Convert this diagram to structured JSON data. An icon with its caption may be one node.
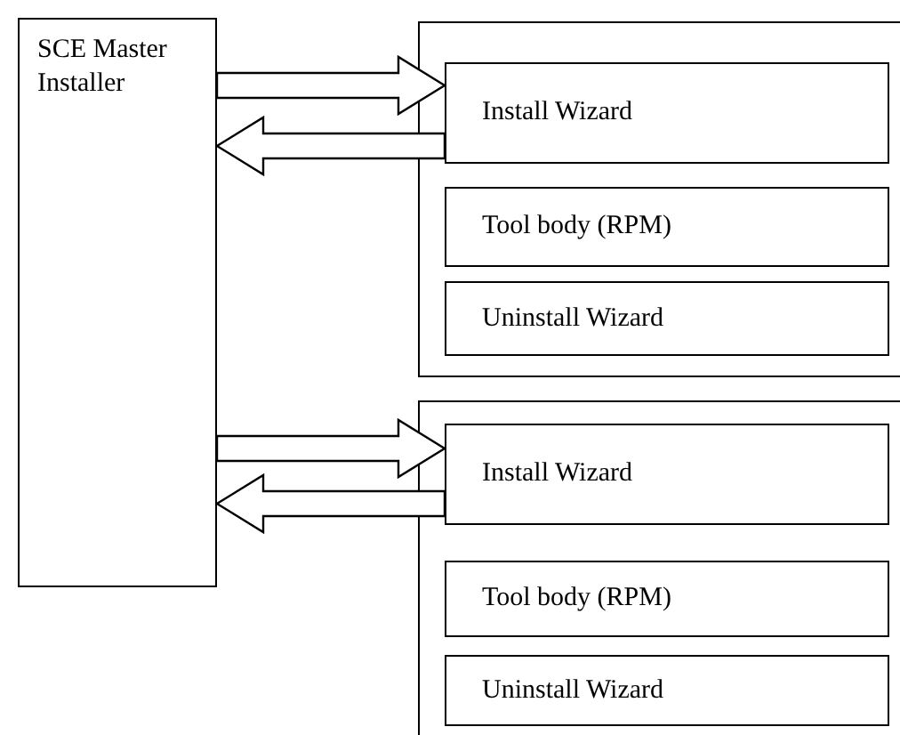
{
  "diagram": {
    "nodes": [
      {
        "text": [
          "SCE Master Installer"
        ]
      },
      {
        "text": [],
        "shape": "box"
      },
      {
        "text": [
          "Install Wizard"
        ],
        "in": 1
      },
      {
        "text": [
          "Tool body (RPM)"
        ],
        "in": 1
      },
      {
        "text": [
          "Uninstall Wizard"
        ],
        "in": 1
      },
      {
        "text": [],
        "shape": "box"
      },
      {
        "text": [
          "Install Wizard"
        ],
        "in": 5
      },
      {
        "text": [
          "Tool body (RPM)"
        ],
        "in": 5
      },
      {
        "text": [
          "Uninstall Wizard"
        ],
        "in": 5
      }
    ],
    "edges": [
      {
        "from": 0,
        "to": 2,
        "arrow": "to"
      },
      {
        "from": 2,
        "to": 0,
        "arrow": "to"
      },
      {
        "from": 0,
        "to": 6,
        "arrow": "to"
      },
      {
        "from": 6,
        "to": 0,
        "arrow": "to"
      }
    ]
  }
}
